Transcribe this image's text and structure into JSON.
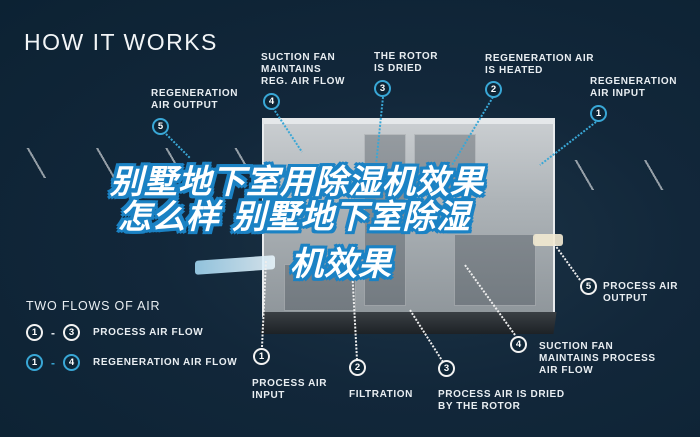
{
  "title": "HOW IT WORKS",
  "overlay_text": {
    "line1": "别墅地下室用除湿机效果",
    "line2": "怎么样  别墅地下室除湿",
    "line3": "机效果"
  },
  "top_callouts": [
    {
      "number": "5",
      "label": "REGENERATION\nAIR OUTPUT"
    },
    {
      "number": "4",
      "label": "SUCTION FAN\nMAINTAINS\nREG. AIR FLOW"
    },
    {
      "number": "3",
      "label": "THE ROTOR\nIS DRIED"
    },
    {
      "number": "2",
      "label": "REGENERATION AIR\nIS HEATED"
    },
    {
      "number": "1",
      "label": "REGENERATION\nAIR INPUT"
    }
  ],
  "bottom_callouts": [
    {
      "number": "1",
      "label": "PROCESS AIR\nINPUT"
    },
    {
      "number": "2",
      "label": "FILTRATION"
    },
    {
      "number": "3",
      "label": "PROCESS AIR IS DRIED\nBY THE ROTOR"
    },
    {
      "number": "4",
      "label": "SUCTION FAN\nMAINTAINS PROCESS\nAIR FLOW"
    },
    {
      "number": "5",
      "label": "PROCESS AIR\nOUTPUT"
    }
  ],
  "legend": {
    "title": "TWO FLOWS OF AIR",
    "items": [
      {
        "from": "1",
        "to": "3",
        "label": "PROCESS AIR FLOW",
        "color": "#ffffff"
      },
      {
        "from": "1",
        "to": "4",
        "label": "REGENERATION AIR FLOW",
        "color": "#39a7d6"
      }
    ]
  },
  "colors": {
    "background": "#12273a",
    "regeneration_accent": "#39a7d6",
    "process_accent": "#ffffff",
    "overlay_outline": "#1b82c4"
  }
}
